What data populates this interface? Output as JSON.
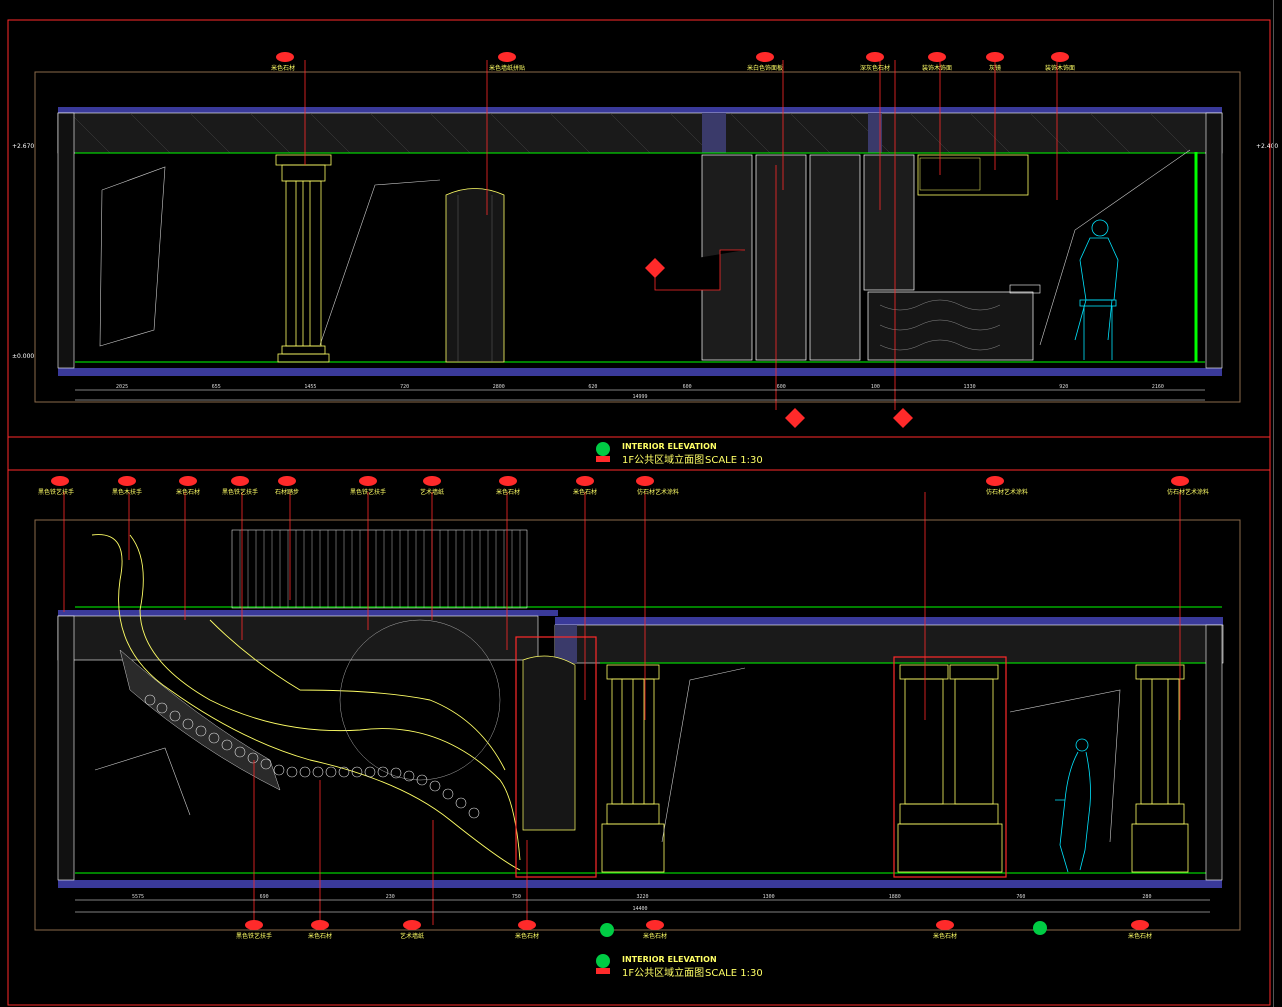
{
  "colors": {
    "background": "#000000",
    "frame": "#ff2a2a",
    "outline": "#ffffff",
    "material": "#ffff66",
    "floor_band": "#3a3a9a",
    "green_line": "#00ff00",
    "figure": "#00e5ff"
  },
  "elevation_1": {
    "title_en": "INTERIOR ELEVATION",
    "title_cn": "1F公共区域立面图",
    "scale": "SCALE 1:30",
    "level_top": "+2.670",
    "level_top_right": "+2.400",
    "level_floor": "±0.000",
    "material_labels": [
      "米色石材",
      "米色墙纸拼贴",
      "米白色饰面板",
      "深灰色石材",
      "装饰木饰面",
      "灰镜",
      "装饰木饰面"
    ],
    "dims_bottom": [
      "2025",
      "655",
      "1455",
      "720",
      "2800",
      "620",
      "600",
      "600",
      "100",
      "1330",
      "920",
      "2160"
    ],
    "dim_total": "14999"
  },
  "elevation_2": {
    "title_en": "INTERIOR ELEVATION",
    "title_cn": "1F公共区域立面图",
    "scale": "SCALE 1:30",
    "material_labels_top": [
      "黑色铁艺扶手",
      "黑色木扶手",
      "米色石材",
      "黑色铁艺扶手",
      "石材踏步",
      "黑色铁艺扶手",
      "艺术墙纸",
      "米色石材",
      "米色石材",
      "仿石材艺术涂料",
      "仿石材艺术涂料",
      "仿石材艺术涂料"
    ],
    "material_labels_bottom": [
      "黑色铁艺扶手",
      "米色石材",
      "艺术墙纸",
      "米色石材",
      "米色石材",
      "米色石材",
      "米色石材"
    ],
    "dims_bottom": [
      "5575",
      "690",
      "230",
      "750",
      "3220",
      "1300",
      "1880",
      "760",
      "280"
    ],
    "dim_total": "14400"
  }
}
